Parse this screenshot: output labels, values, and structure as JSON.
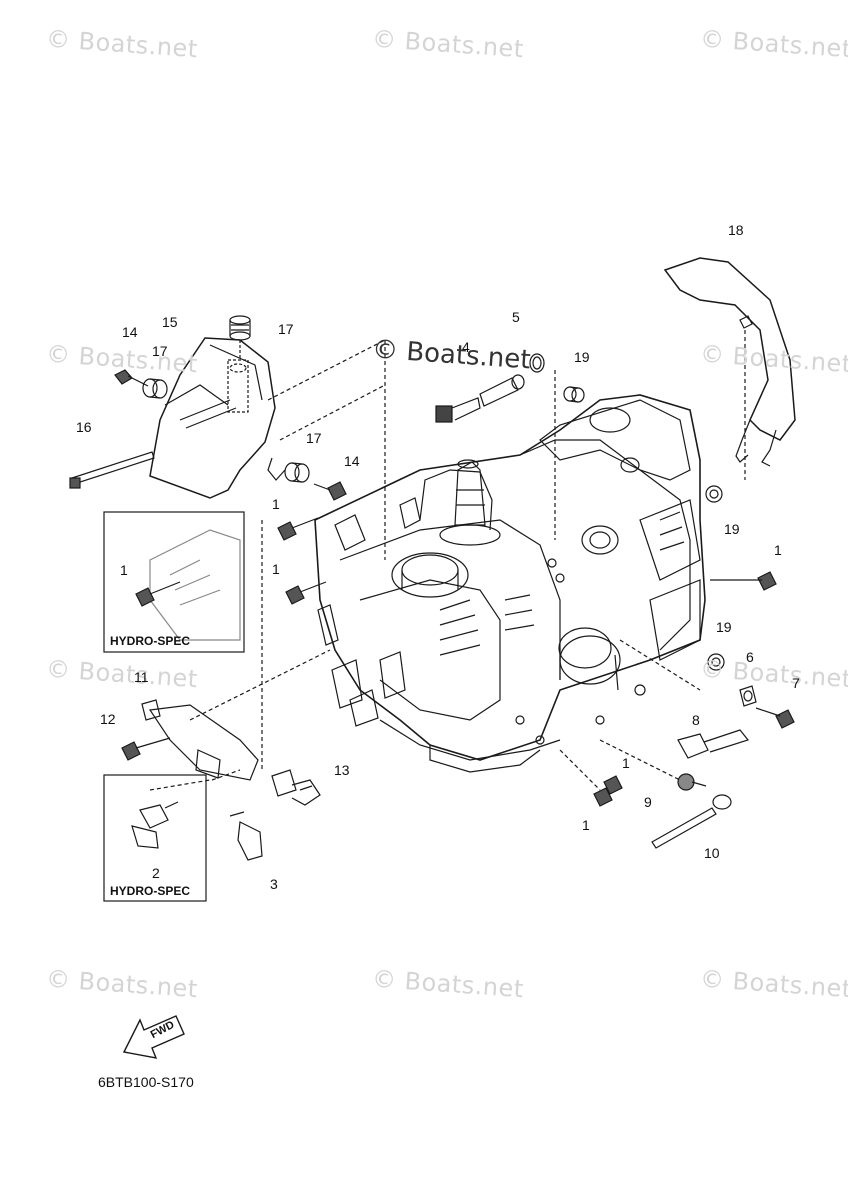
{
  "watermark": {
    "text": "© Boats.net",
    "dark_text": "© Boats.net"
  },
  "diagram_code": "6BTB100-S170",
  "fwd_label": "FWD",
  "insets": [
    {
      "label": "HYDRO-SPEC"
    },
    {
      "label": "HYDRO-SPEC"
    }
  ],
  "callouts": {
    "c1a": "1",
    "c1b": "1",
    "c1c": "1",
    "c1d": "1",
    "c1e": "1",
    "c1f": "1",
    "c2": "2",
    "c3": "3",
    "c4": "4",
    "c5": "5",
    "c6": "6",
    "c7": "7",
    "c8": "8",
    "c9": "9",
    "c10": "10",
    "c11": "11",
    "c12": "12",
    "c13": "13",
    "c14a": "14",
    "c14b": "14",
    "c15": "15",
    "c16": "16",
    "c17a": "17",
    "c17b": "17",
    "c17c": "17",
    "c18": "18",
    "c19a": "19",
    "c19b": "19",
    "c19c": "19"
  },
  "colors": {
    "line": "#1a1a1a",
    "watermark": "#d4d4d4",
    "fill_dark": "#555555"
  }
}
